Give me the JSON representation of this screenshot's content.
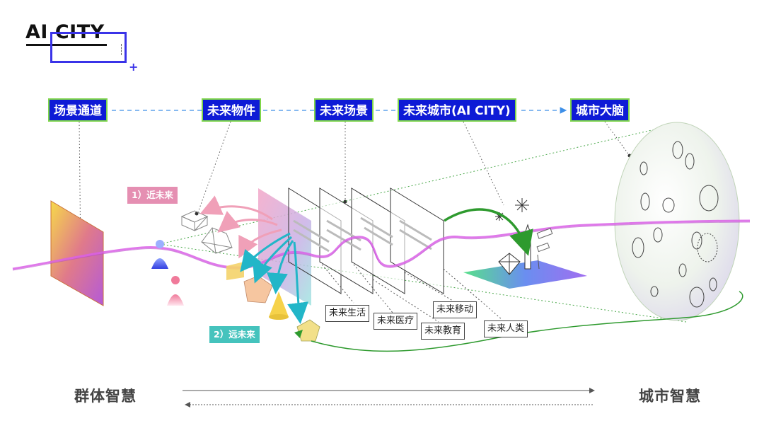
{
  "logo": {
    "text": "AI CITY",
    "accent_color": "#3a33e8"
  },
  "stages": [
    {
      "id": "scene-channel",
      "label": "场景通道"
    },
    {
      "id": "future-objects",
      "label": "未来物件"
    },
    {
      "id": "future-scenes",
      "label": "未来场景"
    },
    {
      "id": "future-city",
      "label": "未来城市(AI CITY)"
    },
    {
      "id": "city-brain",
      "label": "城市大脑"
    }
  ],
  "tags": {
    "near_future": "1）近未来",
    "far_future": "2）远未来"
  },
  "scene_labels": [
    "未来生活",
    "未来医疗",
    "未来教育",
    "未来移动",
    "未来人类"
  ],
  "bottom": {
    "left": "群体智慧",
    "right": "城市智慧"
  },
  "colors": {
    "stage_fill": "#0e1bd6",
    "stage_border": "#7fd64a",
    "near_tag": "#e58fb2",
    "far_tag": "#45c3bd",
    "flow_line": "#d960e6",
    "green_link": "#2e9a2e"
  }
}
